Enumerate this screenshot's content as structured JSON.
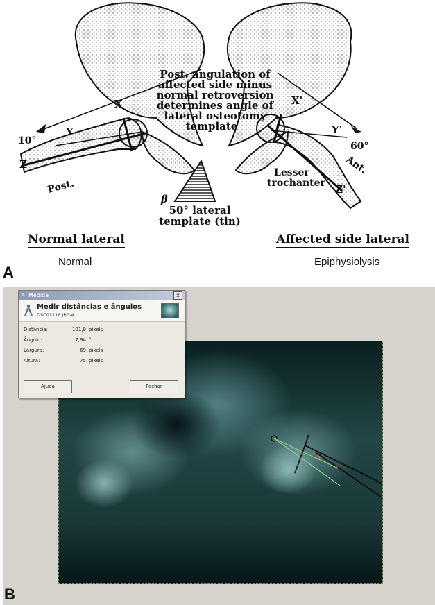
{
  "panel_a": {
    "letter": "A",
    "annotation_lines": [
      "Post. angulation of",
      "affected side minus",
      "normal retroversion",
      "determines angle of",
      "lateral osteotomy",
      "template"
    ],
    "labels": {
      "x": "X",
      "x_prime": "X'",
      "y": "Y",
      "y_prime": "Y'",
      "z": "Z",
      "z_prime": "Z'",
      "angle_left": "10°",
      "angle_right": "60°",
      "post": "Post.",
      "ant": "Ant.",
      "beta": "β",
      "lesser_line1": "Lesser",
      "lesser_line2": "trochanter",
      "template_line1": "50° lateral",
      "template_line2": "template (tin)"
    },
    "left_title": "Normal lateral",
    "right_title": "Affected side lateral",
    "left_subtitle": "Normal",
    "right_subtitle": "Epiphysiolysis"
  },
  "panel_b": {
    "letter": "B",
    "dialog": {
      "window_title": "Medida",
      "close_label": "x",
      "heading": "Medir distâncias e ângulos",
      "filename": "DSC03116.JPG-4",
      "rows": [
        {
          "label": "Distância:",
          "value": "101,9",
          "unit": "pixels"
        },
        {
          "label": "Ângulo:",
          "value": "7,94",
          "unit": "°"
        },
        {
          "label": "Largura:",
          "value": "69",
          "unit": "pixels"
        },
        {
          "label": "Altura:",
          "value": "75",
          "unit": "pixels"
        }
      ],
      "help_button": "Ajuda",
      "close_button": "Fechar"
    }
  },
  "colors": {
    "dialog_bg": "#ece9e2",
    "titlebar": "#8b9ab5",
    "xray": "#234646",
    "measure_line": "#000000",
    "measure_green": "#8ad080"
  }
}
